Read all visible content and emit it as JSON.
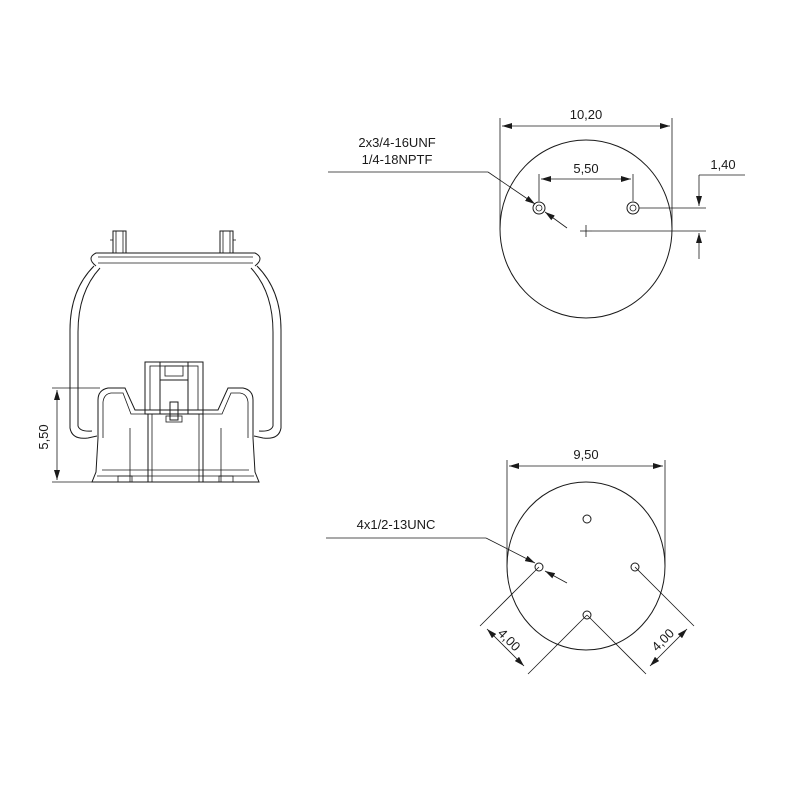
{
  "side_view": {
    "height_dimension": "5,50"
  },
  "top_plate": {
    "diameter_dimension": "10,20",
    "stud_spacing_dimension": "5,50",
    "offset_dimension": "1,40",
    "callout_line1": "2x3/4-16UNF",
    "callout_line2": "1/4-18NPTF"
  },
  "bottom_piston": {
    "diameter_dimension": "9,50",
    "callout": "4x1/2-13UNC",
    "bolt_spacing_left": "4,00",
    "bolt_spacing_right": "4,00"
  }
}
